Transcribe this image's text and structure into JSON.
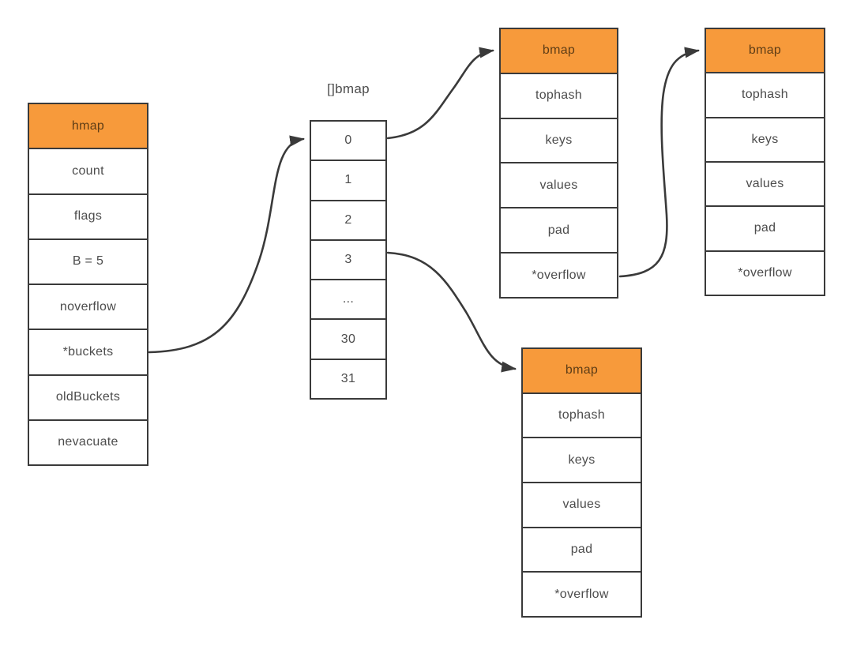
{
  "colors": {
    "accent": "#F79A3B",
    "line": "#3A3A3A",
    "text": "#4C4C4C",
    "header_text": "#5E3D16",
    "background": "#FFFFFF"
  },
  "tables": {
    "hmap": {
      "header": "hmap",
      "rows": [
        "count",
        "flags",
        "B = 5",
        "noverflow",
        "*buckets",
        "oldBuckets",
        "nevacuate"
      ]
    },
    "bucket_array": {
      "title": "[]bmap",
      "cells": [
        "0",
        "1",
        "2",
        "3",
        "...",
        "30",
        "31"
      ]
    },
    "bmap_top": {
      "header": "bmap",
      "rows": [
        "tophash",
        "keys",
        "values",
        "pad",
        "*overflow"
      ]
    },
    "bmap_right": {
      "header": "bmap",
      "rows": [
        "tophash",
        "keys",
        "values",
        "pad",
        "*overflow"
      ]
    },
    "bmap_bottom": {
      "header": "bmap",
      "rows": [
        "tophash",
        "keys",
        "values",
        "pad",
        "*overflow"
      ]
    }
  },
  "arrows": [
    {
      "from": "hmap.*buckets",
      "to": "bucket_array[0]"
    },
    {
      "from": "bucket_array[0]",
      "to": "bmap_top"
    },
    {
      "from": "bucket_array[3]",
      "to": "bmap_bottom"
    },
    {
      "from": "bmap_top.*overflow",
      "to": "bmap_right"
    }
  ]
}
